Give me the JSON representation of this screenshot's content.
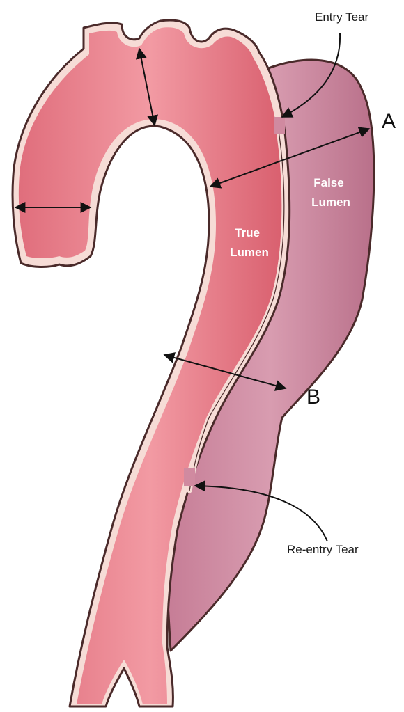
{
  "labels": {
    "entry_tear": "Entry Tear",
    "reentry_tear": "Re-entry Tear",
    "true_lumen": [
      "True",
      "Lumen"
    ],
    "false_lumen": [
      "False",
      "Lumen"
    ],
    "point_a": "A",
    "point_b": "B"
  },
  "colors": {
    "true_lumen": "#e27c88",
    "false_lumen": "#c9839b",
    "vessel_wall": "#f6dcd6",
    "outline": "#4a2a2a"
  }
}
